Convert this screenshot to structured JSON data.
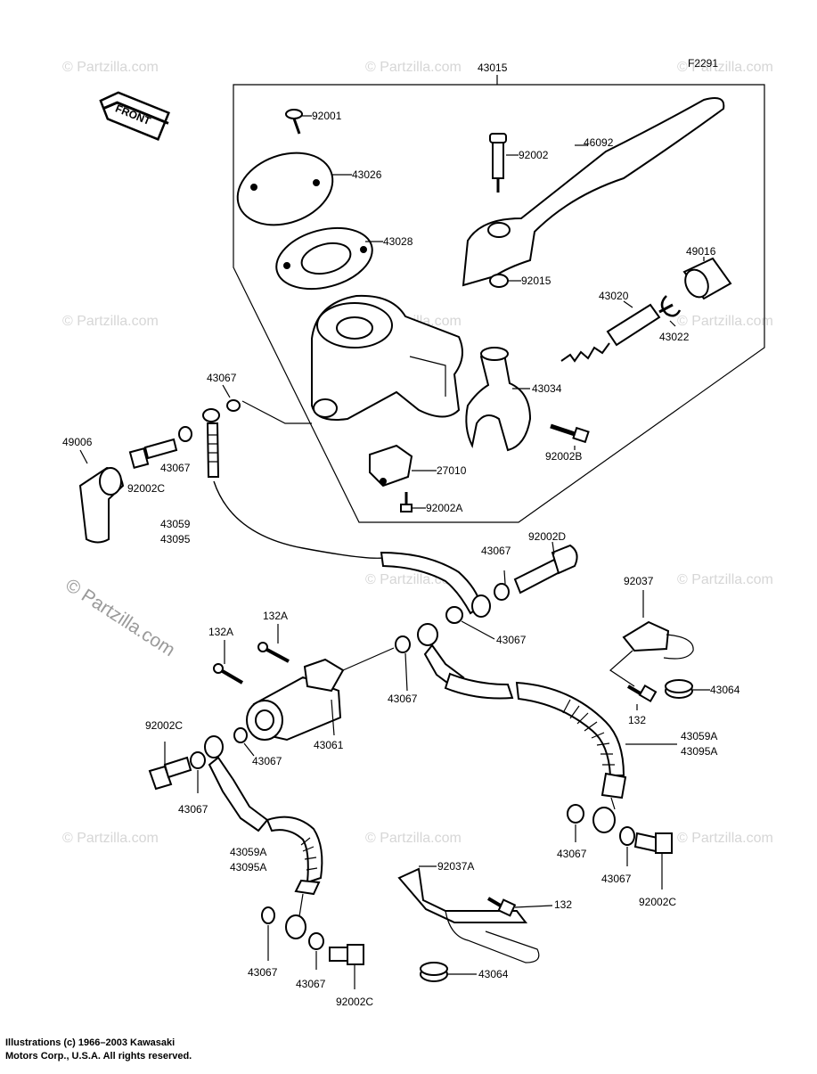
{
  "figure_code": "F2291",
  "front_badge": "FRONT",
  "watermark": "© Partzilla.com",
  "labels": {
    "p43015": "43015",
    "p92001": "92001",
    "p43026": "43026",
    "p43028": "43028",
    "p92002": "92002",
    "p46092": "46092",
    "p49016": "49016",
    "p92015": "92015",
    "p43020": "43020",
    "p43022": "43022",
    "p43034": "43034",
    "p43067_a": "43067",
    "p49006": "49006",
    "p43067_b": "43067",
    "p92002C_a": "92002C",
    "p27010": "27010",
    "p92002B": "92002B",
    "p92002A": "92002A",
    "p43059_a": "43059",
    "p43095_a": "43095",
    "p92002D": "92002D",
    "p43067_c": "43067",
    "p92037": "92037",
    "p132A_a": "132A",
    "p132A_b": "132A",
    "p43067_d": "43067",
    "p43067_e": "43067",
    "p43064_a": "43064",
    "p132_a": "132",
    "p43061": "43061",
    "p92002C_b": "92002C",
    "p43067_f": "43067",
    "p43067_g": "43067",
    "p43059A_a": "43059A",
    "p43095A_a": "43095A",
    "p43067_h": "43067",
    "p43067_i": "43067",
    "p92002C_c": "92002C",
    "p43059A_b": "43059A",
    "p43095A_b": "43095A",
    "p92037A": "92037A",
    "p132_b": "132",
    "p43067_j": "43067",
    "p43067_k": "43067",
    "p92002C_d": "92002C",
    "p43064_b": "43064"
  },
  "footer": {
    "line1": "Illustrations (c) 1966–2003 Kawasaki",
    "line2": "Motors Corp., U.S.A.  All rights reserved."
  }
}
